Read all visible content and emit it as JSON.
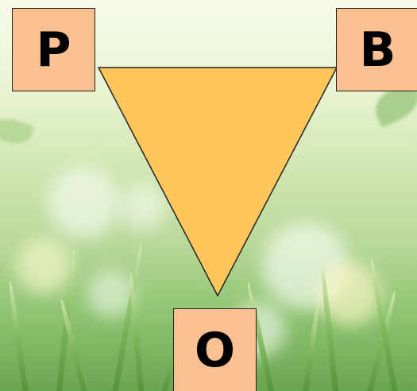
{
  "diagram": {
    "nodes": [
      {
        "id": "p",
        "label": "P"
      },
      {
        "id": "b",
        "label": "B"
      },
      {
        "id": "o",
        "label": "O"
      }
    ],
    "triangle": {
      "orientation": "pointing-down",
      "connects": [
        "p",
        "b",
        "o"
      ]
    }
  },
  "colors": {
    "triangle_fill": "#ffc65c",
    "node_fill": "#fac090",
    "outline": "#222222"
  }
}
